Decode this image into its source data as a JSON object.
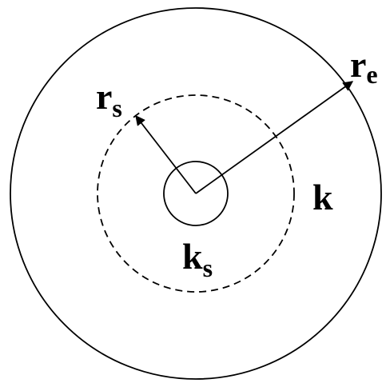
{
  "labels": {
    "rs": {
      "main": "r",
      "sub": "s"
    },
    "re": {
      "main": "r",
      "sub": "e"
    },
    "k": {
      "main": "k"
    },
    "ks": {
      "main": "k",
      "sub": "s"
    }
  },
  "colors": {
    "ink": "#000000",
    "background": "#ffffff"
  }
}
